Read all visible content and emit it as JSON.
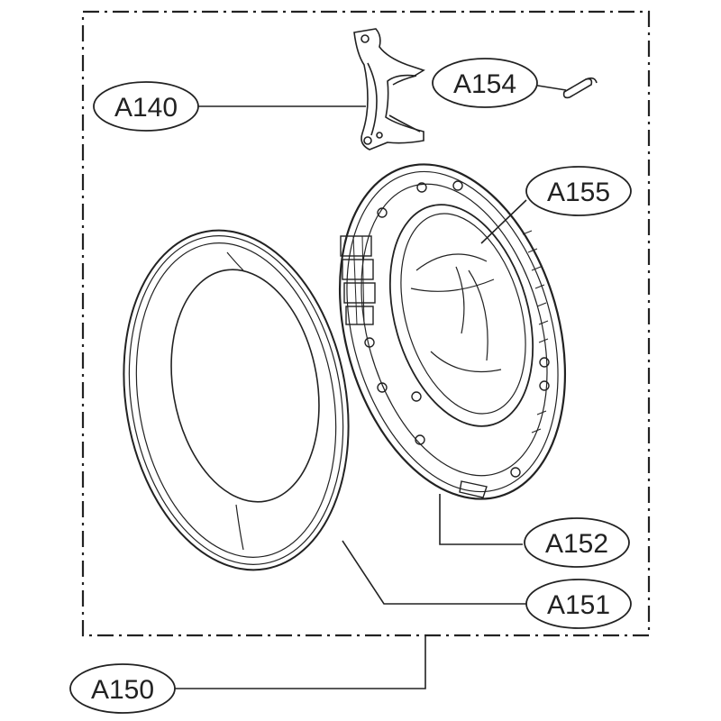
{
  "callouts": {
    "a140": "A140",
    "a154": "A154",
    "a155": "A155",
    "a152": "A152",
    "a151": "A151",
    "a150": "A150"
  },
  "colors": {
    "ink": "#222222",
    "background": "#ffffff"
  }
}
